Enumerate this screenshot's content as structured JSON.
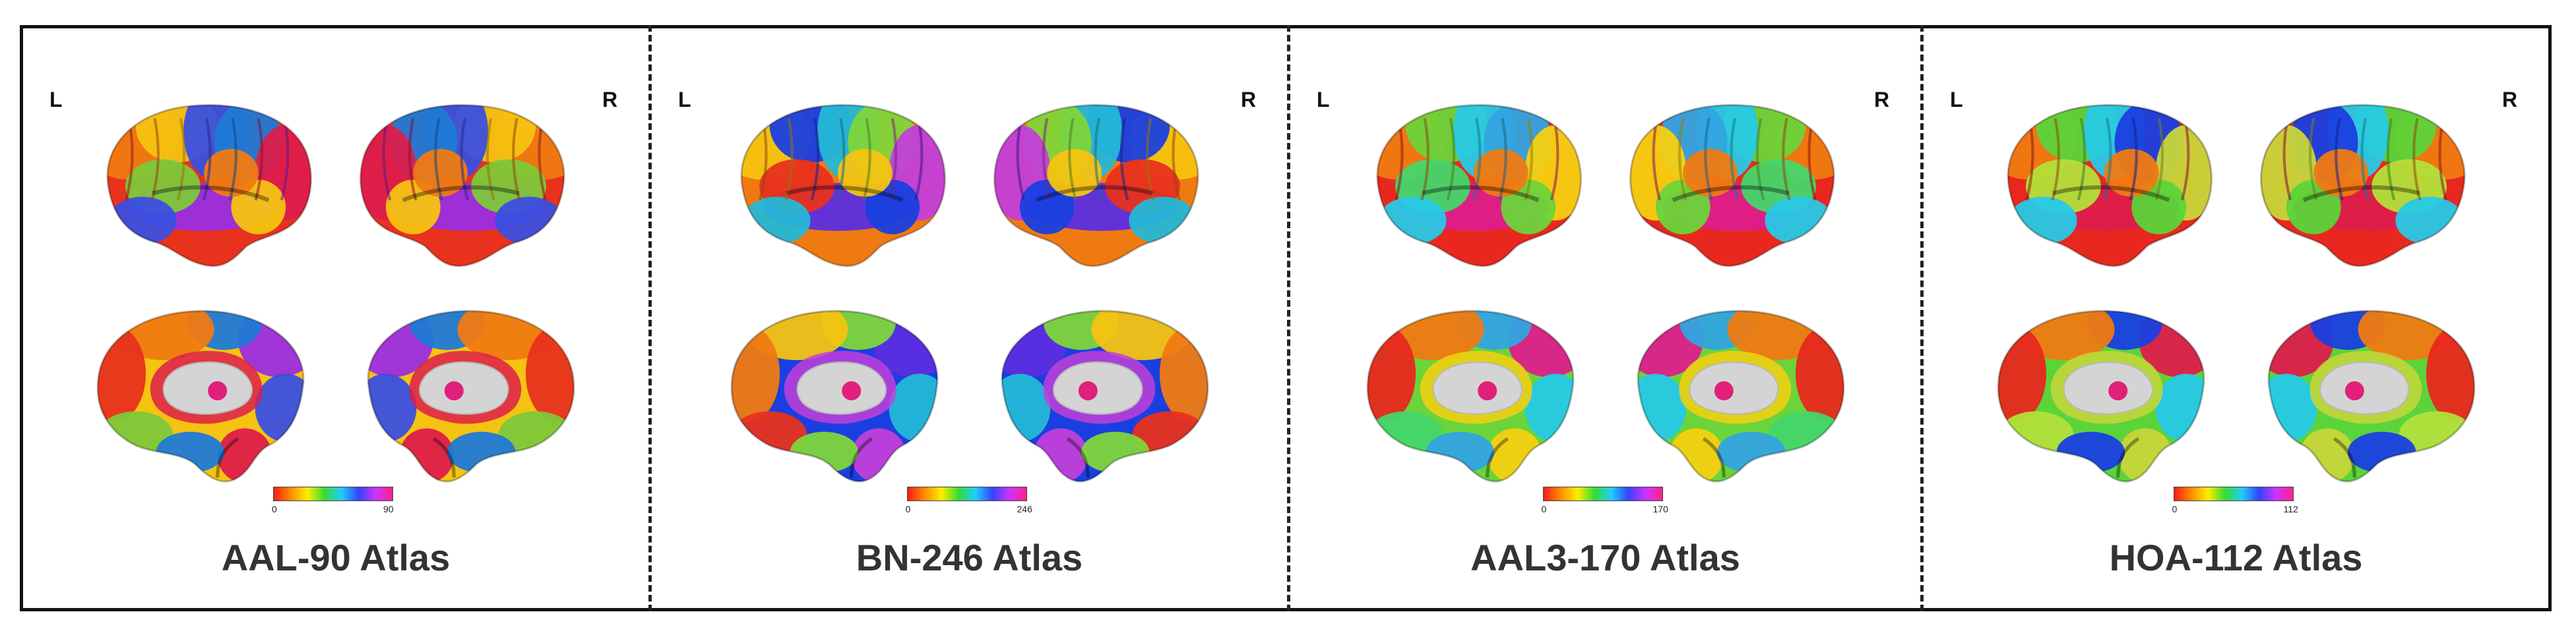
{
  "panels": [
    {
      "title": "AAL-90  Atlas",
      "left_label": "L",
      "right_label": "R",
      "cbar_min": "0",
      "cbar_max": "90",
      "palette": [
        "#e8321e",
        "#f07a12",
        "#f5c311",
        "#3a4fe0",
        "#1f7ad6",
        "#dd1e4b",
        "#9a2ee0",
        "#7ec83a"
      ]
    },
    {
      "title": "BN-246 Atlas",
      "left_label": "L",
      "right_label": "R",
      "cbar_min": "0",
      "cbar_max": "246",
      "palette": [
        "#f07a12",
        "#f5c311",
        "#1a3fe0",
        "#24b8d6",
        "#7ed63a",
        "#c23fd9",
        "#5b2ee0",
        "#e8321e"
      ]
    },
    {
      "title": "AAL3-170 Atlas",
      "left_label": "L",
      "right_label": "R",
      "cbar_min": "0",
      "cbar_max": "170",
      "palette": [
        "#e8281e",
        "#f07a12",
        "#6bd43a",
        "#27c9e6",
        "#31a4e0",
        "#f5d011",
        "#dd1e8b",
        "#45d66a"
      ]
    },
    {
      "title": "HOA-112 Atlas",
      "left_label": "L",
      "right_label": "R",
      "cbar_min": "0",
      "cbar_max": "112",
      "palette": [
        "#e8281e",
        "#f07a12",
        "#5bd43a",
        "#27c9e6",
        "#1a3fe0",
        "#c8d63a",
        "#dd1e4b",
        "#b2e03a"
      ]
    }
  ]
}
